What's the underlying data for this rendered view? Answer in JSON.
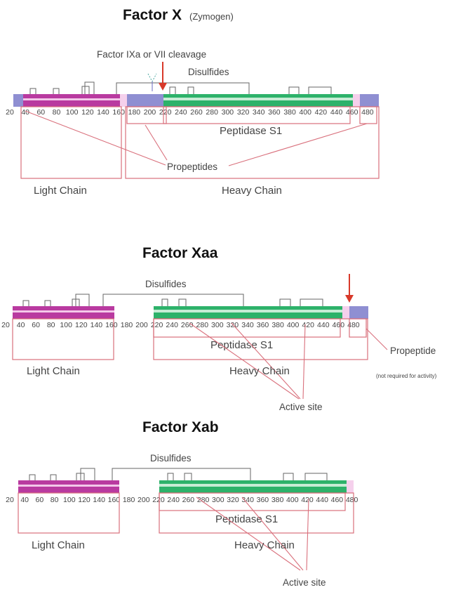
{
  "colors": {
    "light_chain": "#b93aa0",
    "peptidase": "#2db26a",
    "propeptide": "#8f8fd2",
    "box": "#d9707c",
    "arrow": "#d8392a",
    "disulfide": "#666666"
  },
  "panels": [
    {
      "title": "Factor X",
      "subtitle": "(Zymogen)",
      "cleavage_label": "Factor IXa or VII cleavage",
      "disulfides_label": "Disulfides",
      "peptidase_label": "Peptidase S1",
      "propeptides_label": "Propeptides",
      "light_chain_label": "Light Chain",
      "heavy_chain_label": "Heavy Chain"
    },
    {
      "title": "Factor Xaa",
      "disulfides_label": "Disulfides",
      "peptidase_label": "Peptidase S1",
      "propeptide_label": "Propeptide",
      "propeptide_note": "(not required for activity)",
      "light_chain_label": "Light Chain",
      "heavy_chain_label": "Heavy Chain",
      "active_site_label": "Active site"
    },
    {
      "title": "Factor Xab",
      "disulfides_label": "Disulfides",
      "peptidase_label": "Peptidase S1",
      "light_chain_label": "Light Chain",
      "heavy_chain_label": "Heavy Chain",
      "active_site_label": "Active site"
    }
  ],
  "axis_ticks_1": [
    "20",
    "40",
    "60",
    "80",
    "100",
    "120",
    "140",
    "160",
    "180",
    "200",
    "220",
    "240",
    "260",
    "280",
    "300",
    "320",
    "340",
    "360",
    "380",
    "400",
    "420",
    "440",
    "460",
    "480"
  ],
  "axis_ticks_2": [
    "20",
    "40",
    "60",
    "80",
    "100",
    "120",
    "140",
    "160",
    "180",
    "200",
    "220",
    "240",
    "260",
    "280",
    "300",
    "320",
    "340",
    "360",
    "380",
    "400",
    "420",
    "440",
    "460",
    "480"
  ],
  "axis_ticks_3": [
    "20",
    "40",
    "60",
    "80",
    "100",
    "120",
    "140",
    "160",
    "180",
    "200",
    "220",
    "240",
    "260",
    "280",
    "300",
    "320",
    "340",
    "360",
    "380",
    "400",
    "420",
    "440",
    "460",
    "480"
  ]
}
